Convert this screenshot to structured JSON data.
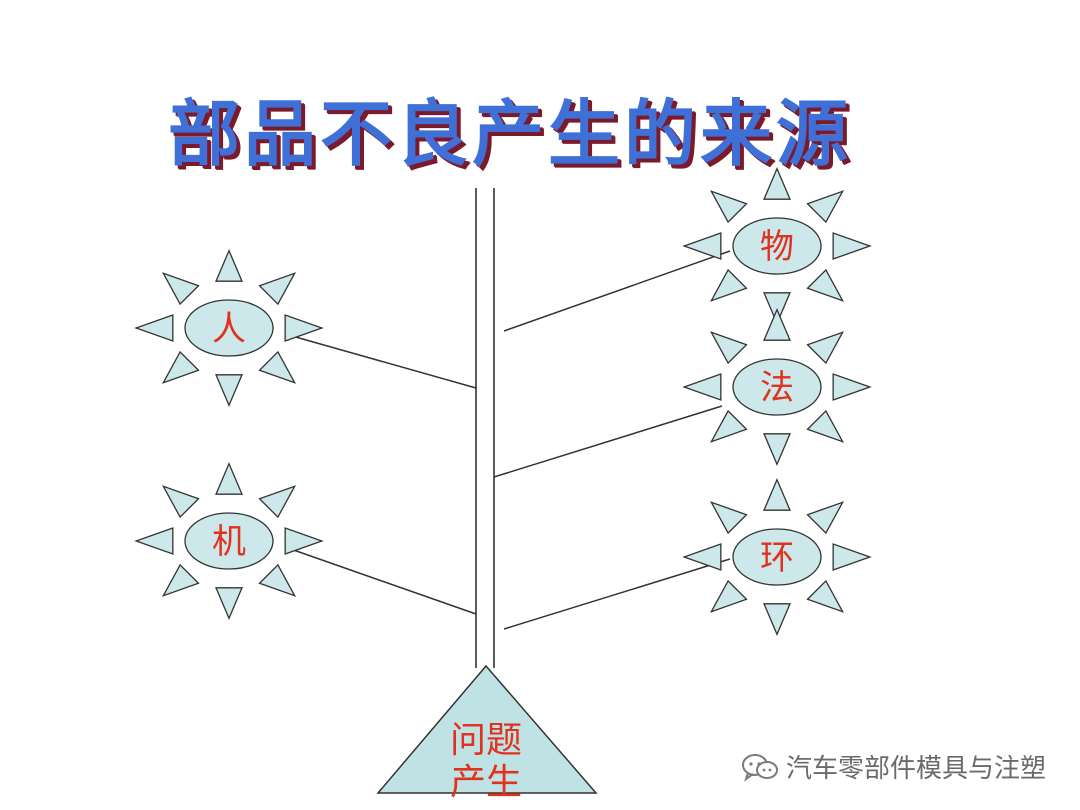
{
  "title": "部品不良产生的来源",
  "nodes": {
    "person": "人",
    "machine": "机",
    "material": "物",
    "method": "法",
    "environment": "环"
  },
  "root": {
    "line1": "问题",
    "line2": "产生"
  },
  "watermark": "汽车零部件模具与注塑",
  "colors": {
    "title_fill": "#3f70d8",
    "title_shadow": "#7a1a2a",
    "sun_fill": "#cde8ea",
    "label_red": "#e1311f",
    "triangle_fill": "#bfe3e5"
  }
}
